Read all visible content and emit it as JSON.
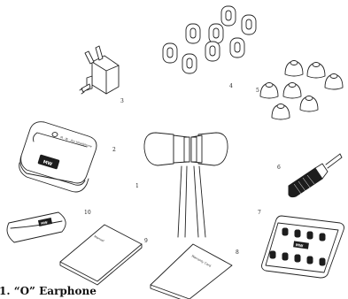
{
  "caption": "1. “O” Earphone",
  "part_numbers": [
    "1",
    "2",
    "3",
    "4",
    "5",
    "6",
    "7",
    "8",
    "9",
    "10"
  ],
  "logo_text": "MW",
  "case_text": "M · W · Acc Headphone",
  "manual_text": "Manual",
  "warranty_text": "Warranty Card"
}
